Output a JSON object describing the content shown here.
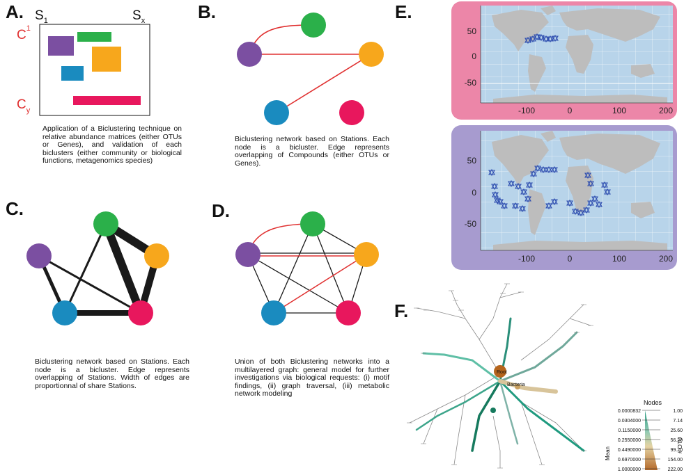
{
  "colors": {
    "purple": "#7b4fa1",
    "green": "#2bb04a",
    "orange": "#f7a71c",
    "blue": "#1a8bbf",
    "pink": "#e8175d",
    "red_edge": "#e03030",
    "map_bg": "#b8d4ea",
    "land": "#bdbdbd",
    "star": "#2f4fb0",
    "panelE_top": "#ec86a8",
    "panelE_bottom": "#a79bcf"
  },
  "panelA": {
    "label": "A.",
    "col_first_main": "S",
    "col_first_sub": "1",
    "col_last_main": "S",
    "col_last_sub": "x",
    "row_first_main": "C",
    "row_first_sub": "1",
    "row_last_main": "C",
    "row_last_sub": "y",
    "caption": "Application of a Biclustering technique on relative abundance matrices (either OTUs or Genes), and validation of each biclusters (either community or biological functions, metagenomics species)"
  },
  "panelB": {
    "label": "B.",
    "caption": "Biclustering network based on Stations. Each node is a bicluster. Edge represents overlapping of Compounds (either OTUs or Genes)."
  },
  "panelC": {
    "label": "C.",
    "caption": "Biclustering network based on Stations. Each node is a bicluster. Edge represents overlapping of Stations. Width of edges are proportionnal of share Stations."
  },
  "panelD": {
    "label": "D.",
    "caption": "Union of both Biclustering networks into a multilayered graph: general model for further investigations via biological requests: (i) motif findings, (ii) graph traversal, (iii) metabolic network modeling"
  },
  "panelE": {
    "label": "E.",
    "top_map": {
      "y_ticks": [
        "50",
        "0",
        "-50"
      ],
      "x_ticks": [
        "-100",
        "0",
        "100",
        "200"
      ]
    },
    "bottom_map": {
      "y_ticks": [
        "50",
        "0",
        "-50"
      ],
      "x_ticks": [
        "-100",
        "0",
        "100",
        "200"
      ]
    }
  },
  "panelF": {
    "label": "F.",
    "root_label": "Root",
    "bacteria_label": "Bacteria",
    "legend_title": "Nodes",
    "mean_label": "Mean",
    "otu_label": "# OTU",
    "mean_values": [
      "0.0000832",
      "0.0304000",
      "0.1150000",
      "0.2550000",
      "0.4490000",
      "0.6970000",
      "1.0000000"
    ],
    "otu_values": [
      "1.00",
      "7.14",
      "25.60",
      "56.20",
      "99.20",
      "154.00",
      "222.00"
    ]
  }
}
